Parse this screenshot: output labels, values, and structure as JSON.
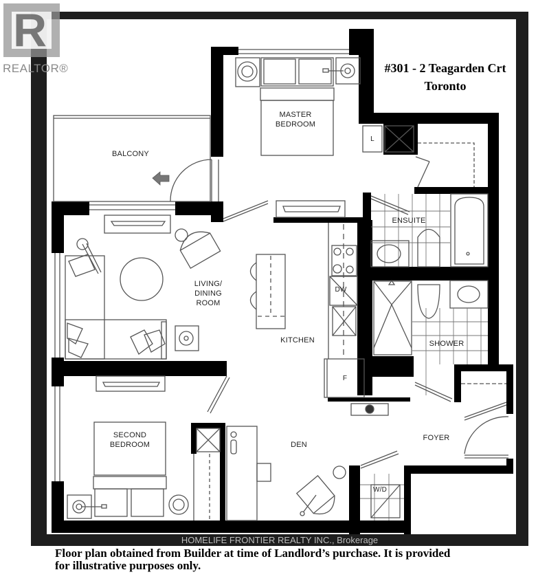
{
  "header": {
    "address_line1": "#301 - 2 Teagarden Crt",
    "address_line2": "Toronto"
  },
  "logo": {
    "text": "REALTOR®",
    "icon": "realtor-r-logo-icon"
  },
  "rooms": [
    {
      "id": "master-bedroom",
      "label_line1": "MASTER",
      "label_line2": "BEDROOM"
    },
    {
      "id": "balcony",
      "label_line1": "BALCONY"
    },
    {
      "id": "ensuite",
      "label_line1": "ENSUITE"
    },
    {
      "id": "living-dining",
      "label_line1": "LIVING/",
      "label_line2": "DINING",
      "label_line3": "ROOM"
    },
    {
      "id": "kitchen",
      "label_line1": "KITCHEN"
    },
    {
      "id": "shower",
      "label_line1": "SHOWER"
    },
    {
      "id": "second-bedroom",
      "label_line1": "SECOND",
      "label_line2": "BEDROOM"
    },
    {
      "id": "den",
      "label_line1": "DEN"
    },
    {
      "id": "foyer",
      "label_line1": "FOYER"
    }
  ],
  "fixtures": {
    "linen": "L",
    "dishwasher": "DW",
    "fridge": "F",
    "washer_dryer": "W/D"
  },
  "footer": {
    "brokerage": "HOMELIFE FRONTIER REALTY INC., Brokerage",
    "disclaimer_line1": "Floor plan obtained from Builder at time of Landlord’s purchase. It is provided",
    "disclaimer_line2": "for illustrative purposes only."
  },
  "colors": {
    "wall": "#000000",
    "frame": "#1e1e1e",
    "line": "#555555",
    "arrow": "#777777"
  }
}
